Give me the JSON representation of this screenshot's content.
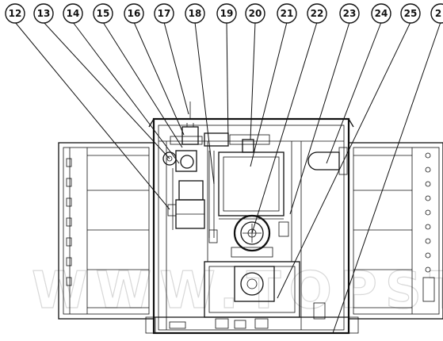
{
  "callouts": [
    {
      "label": "12"
    },
    {
      "label": "13"
    },
    {
      "label": "14"
    },
    {
      "label": "15"
    },
    {
      "label": "16"
    },
    {
      "label": "17"
    },
    {
      "label": "18"
    },
    {
      "label": "19"
    },
    {
      "label": "20"
    },
    {
      "label": "21"
    },
    {
      "label": "22"
    },
    {
      "label": "23"
    },
    {
      "label": "24"
    },
    {
      "label": "25"
    },
    {
      "label": "2"
    }
  ],
  "watermark": {
    "text": "WWW.TOPSTAR.COM"
  }
}
